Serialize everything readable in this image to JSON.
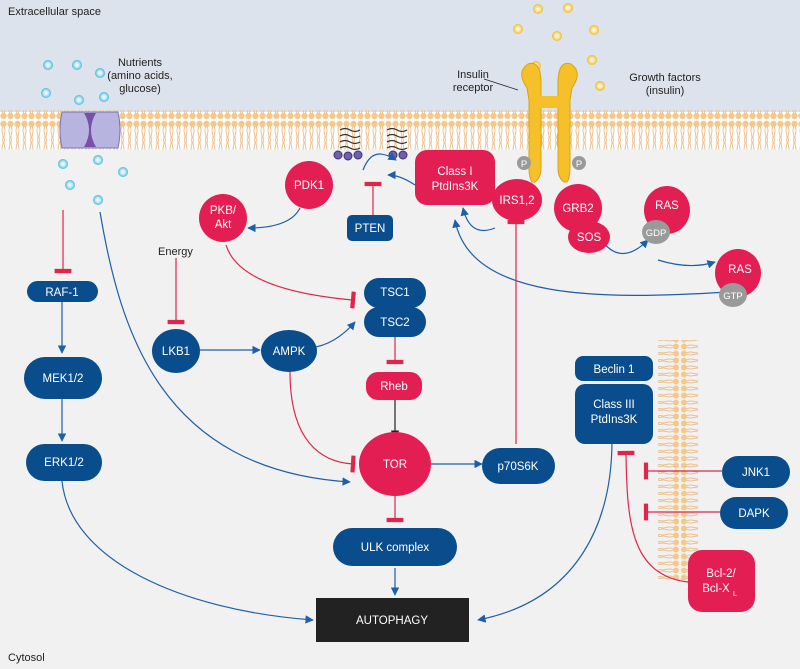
{
  "regions": {
    "extracellular": "Extracellular space",
    "cytosol": "Cytosol"
  },
  "labels": {
    "nutrients": [
      "Nutrients",
      "(amino acids,",
      "glucose)"
    ],
    "insulin_receptor": [
      "Insulin",
      "receptor"
    ],
    "growth_factors": [
      "Growth factors",
      "(insulin)"
    ],
    "energy": "Energy",
    "phospho": "P"
  },
  "nodes": {
    "raf1": "RAF-1",
    "mek12": "MEK1/2",
    "erk12": "ERK1/2",
    "pkb_akt": [
      "PKB/",
      "Akt"
    ],
    "pdk1": "PDK1",
    "pten": "PTEN",
    "class1": [
      "Class I",
      "PtdIns3K"
    ],
    "irs12": "IRS1,2",
    "grb2": "GRB2",
    "sos": "SOS",
    "ras_gdp": "RAS",
    "gdp": "GDP",
    "ras_gtp": "RAS",
    "gtp": "GTP",
    "tsc1": "TSC1",
    "tsc2": "TSC2",
    "lkb1": "LKB1",
    "ampk": "AMPK",
    "rheb": "Rheb",
    "tor": "TOR",
    "p70s6k": "p70S6K",
    "ulk": "ULK complex",
    "autophagy": "AUTOPHAGY",
    "beclin1": "Beclin 1",
    "class3": [
      "Class III",
      "PtdIns3K"
    ],
    "jnk1": "JNK1",
    "dapk": "DAPK",
    "bcl2": "Bcl-2/",
    "bclx": "Bcl-X",
    "bclx_sub": "L"
  },
  "colors": {
    "activator": "#1d5fa8",
    "inhibitor": "#e0254d",
    "blue_node": "#0a4d8c",
    "red_node": "#e21e52",
    "membrane": "#f2c88c",
    "receptor": "#f5c02a",
    "ligand": "#f7c948",
    "nutrient": "#5cc3e6",
    "channel": "#8b6fb5",
    "autophagy_box": "#222222"
  }
}
